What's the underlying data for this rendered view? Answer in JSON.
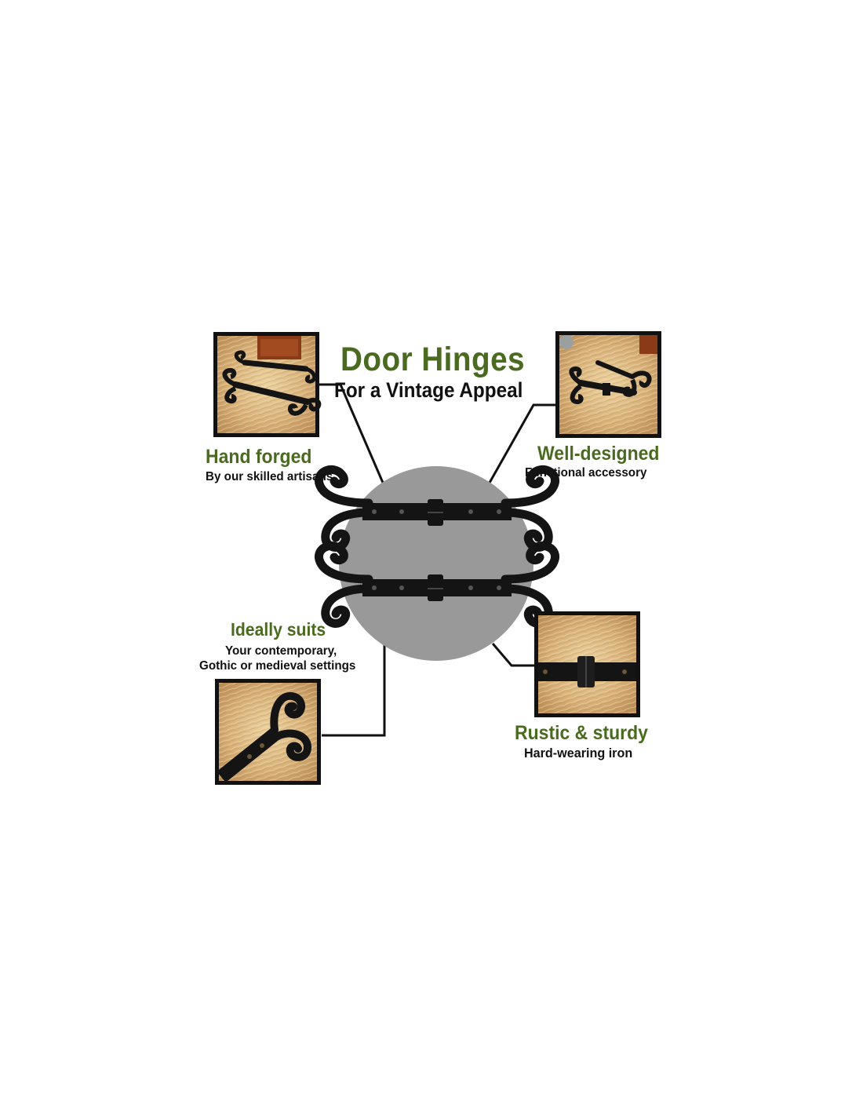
{
  "title": "Door Hinges",
  "subtitle": "For a Vintage Appeal",
  "features": [
    {
      "heading": "Hand forged",
      "text": "By our skilled artisans"
    },
    {
      "heading": "Well-designed",
      "text": "Functional accessory"
    },
    {
      "heading": "Ideally suits",
      "text_line1": "Your contemporary,",
      "text_line2": "Gothic or medieval settings"
    },
    {
      "heading": "Rustic & sturdy",
      "text": "Hard-wearing iron"
    }
  ],
  "colors": {
    "heading_green": "#4a6b1f",
    "circle_gray": "#999999",
    "iron_black": "#141414",
    "hide_tan": "#d9b27a"
  }
}
